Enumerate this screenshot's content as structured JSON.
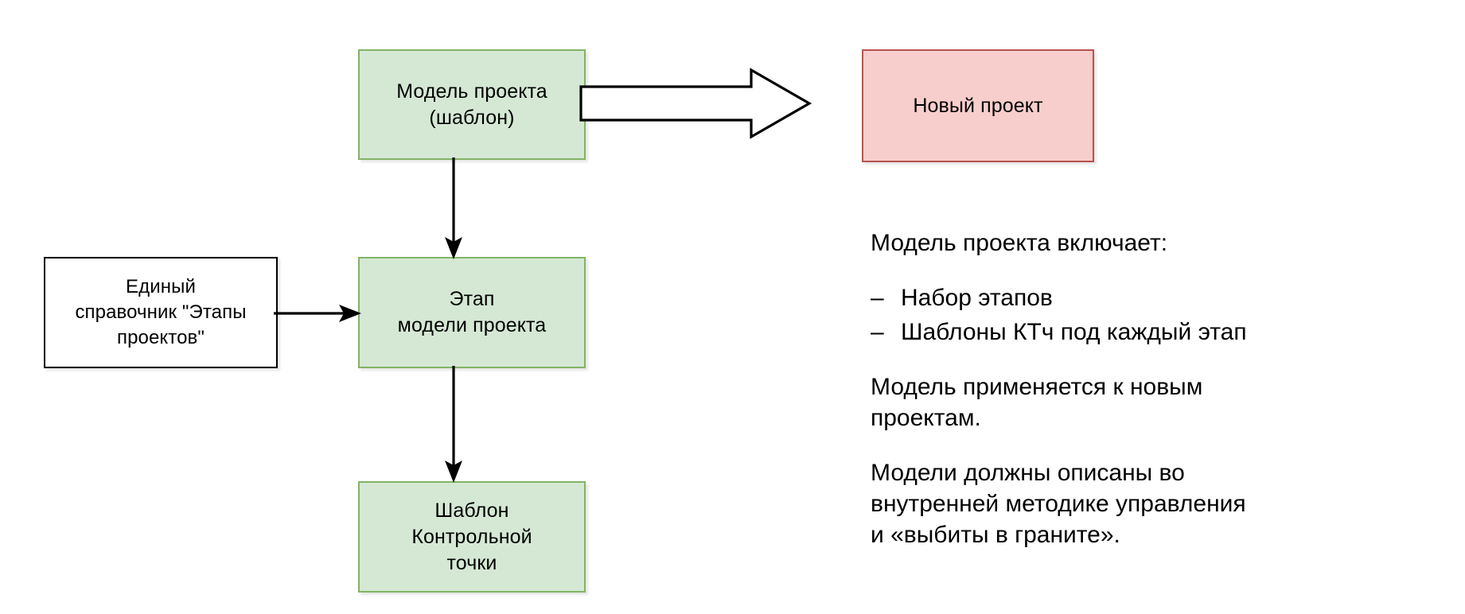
{
  "diagram": {
    "nodes": {
      "model_template": "Модель проекта\n(шаблон)",
      "new_project": "Новый проект",
      "stage_model": "Этап\nмодели проекта",
      "directory": "Единый\nсправочник \"Этапы\nпроектов\"",
      "checkpoint_template": "Шаблон\nКонтрольной\nточки"
    },
    "colors": {
      "green_fill": "#d5e8d4",
      "green_border": "#82b366",
      "pink_fill": "#f8cecc",
      "pink_border": "#b85450",
      "white_fill": "#ffffff",
      "line": "#000000"
    }
  },
  "notes": {
    "heading": "Модель проекта включает:",
    "bullets": [
      {
        "marker": "–",
        "text": "Набор этапов"
      },
      {
        "marker": "–",
        "text": "Шаблоны КТч под каждый этап"
      }
    ],
    "paragraph_1": "Модель применяется к новым\nпроектам.",
    "paragraph_2": "Модели должны описаны во\nвнутренней методике управления\nи «выбиты в граните»."
  }
}
